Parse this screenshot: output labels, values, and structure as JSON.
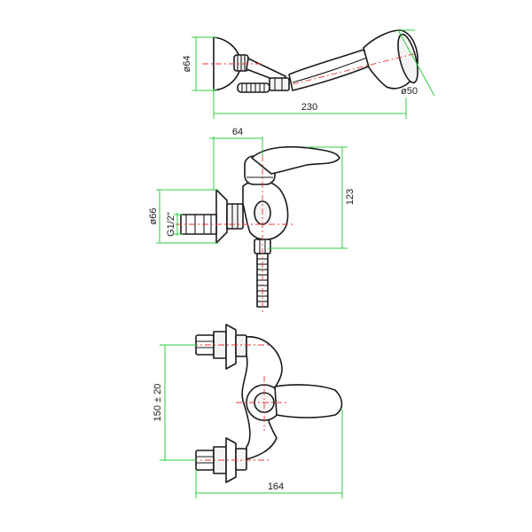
{
  "colors": {
    "dimension_line": "#2ecc40",
    "center_line": "#e53935",
    "outline": "#1a1a1a"
  },
  "views": {
    "hand_shower": {
      "dims": {
        "head_diameter": "ø64",
        "total_length": "230",
        "spray_diameter": "ø50"
      }
    },
    "side_view": {
      "dims": {
        "width": "64",
        "height": "123",
        "flange_diameter": "ø66",
        "thread": "G1/2\""
      }
    },
    "front_view": {
      "dims": {
        "centers": "150 ± 20",
        "width": "164"
      }
    }
  }
}
